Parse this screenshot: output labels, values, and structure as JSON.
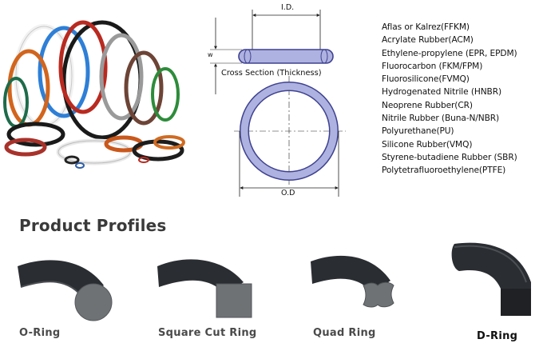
{
  "diagram": {
    "id_label": "I.D.",
    "w_label": "w",
    "cross_section_label": "Cross Section (Thickness)",
    "od_label": "O.D"
  },
  "materials": [
    "Aflas or Kalrez(FFKM)",
    "Acrylate Rubber(ACM)",
    "Ethylene-propylene (EPR, EPDM)",
    "Fluorocarbon (FKM/FPM)",
    "Fluorosilicone(FVMQ)",
    "Hydrogenated Nitrile (HNBR)",
    "Neoprene Rubber(CR)",
    "Nitrile Rubber (Buna-N/NBR)",
    "Polyurethane(PU)",
    "Silicone Rubber(VMQ)",
    "Styrene-butadiene Rubber (SBR)",
    "Polytetrafluoroethylene(PTFE)"
  ],
  "section_title": "Product Profiles",
  "profiles": [
    {
      "label": "O-Ring"
    },
    {
      "label": "Square Cut Ring"
    },
    {
      "label": "Quad Ring"
    },
    {
      "label": "D-Ring"
    }
  ],
  "colors": {
    "ring_fill": "#aeb2e0",
    "ring_stroke": "#3f4290",
    "profile_dark": "#2a2d31",
    "profile_face": "#6f7275"
  }
}
